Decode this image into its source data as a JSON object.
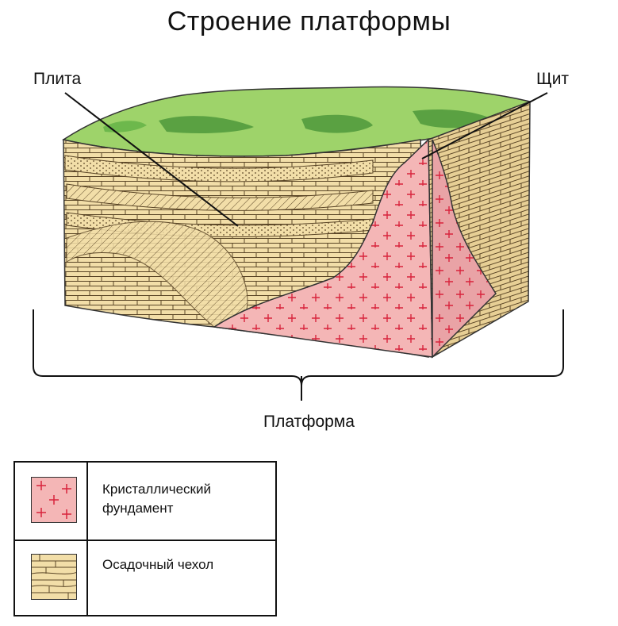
{
  "title": "Строение платформы",
  "labels": {
    "plate": "Плита",
    "shield": "Щит",
    "platform": "Платформа"
  },
  "legend": {
    "items": [
      {
        "label": "Кристаллический фундамент",
        "swatch": "crystalline-basement"
      },
      {
        "label": "Осадочный чехол",
        "swatch": "sedimentary-cover"
      }
    ]
  },
  "colors": {
    "sediment": "#f2dea8",
    "sediment_line": "#5a4526",
    "basement": "#f4b6b6",
    "basement_cross": "#d8233c",
    "grass_light": "#9ed36a",
    "grass_dark": "#5aa142"
  }
}
